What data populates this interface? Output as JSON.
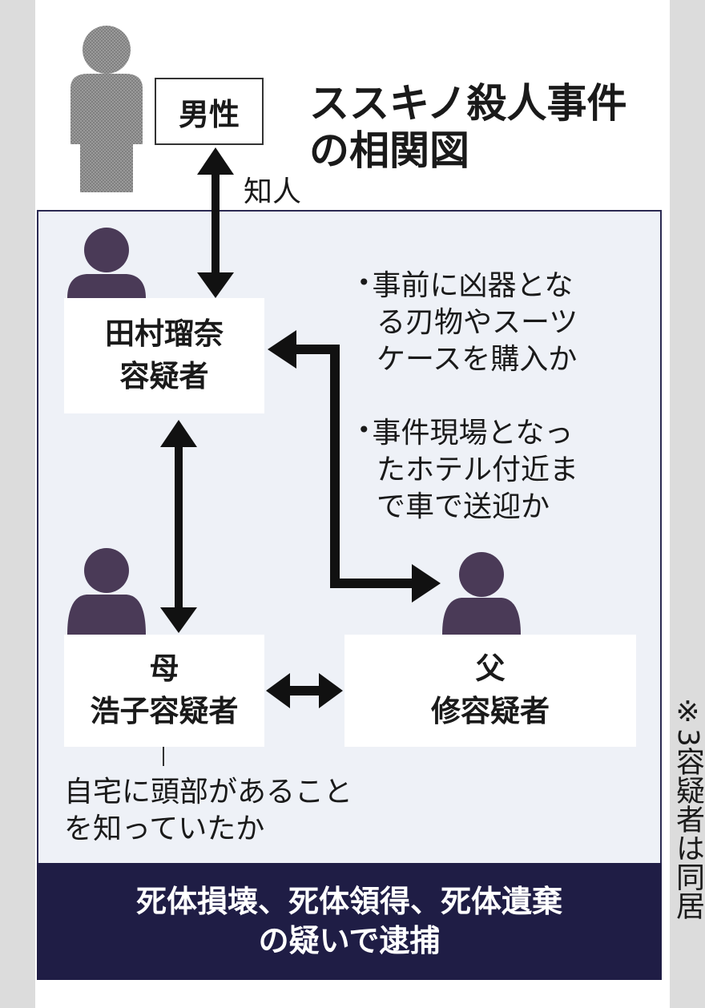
{
  "title": {
    "line1": "ススキノ殺人事件",
    "line2": "の相関図"
  },
  "people": {
    "man": {
      "label": "男性"
    },
    "tamura": {
      "line1": "田村瑠奈",
      "line2": "容疑者"
    },
    "mother": {
      "line1": "母",
      "line2": "浩子容疑者"
    },
    "father": {
      "line1": "父",
      "line2": "修容疑者"
    }
  },
  "relations": {
    "acquaintance": "知人"
  },
  "notes": {
    "bullet": "•",
    "purchase": [
      "事前に凶器とな",
      "る刃物やスーツ",
      "ケースを購入か"
    ],
    "drive": [
      "事件現場となっ",
      "たホテル付近ま",
      "で車で送迎か"
    ],
    "mother": [
      "自宅に頭部があること",
      "を知っていたか"
    ]
  },
  "banner": {
    "line1": "死体損壊、死体領得、死体遺棄",
    "line2": "の疑いで逮捕"
  },
  "side_note": "※3容疑者は同居",
  "colors": {
    "banner_bg": "#1f1d45",
    "panel_bg": "#eef1f7",
    "suspect_icon": "#4a3a57",
    "man_icon": "#8a8a8a",
    "arrow": "#111111"
  }
}
